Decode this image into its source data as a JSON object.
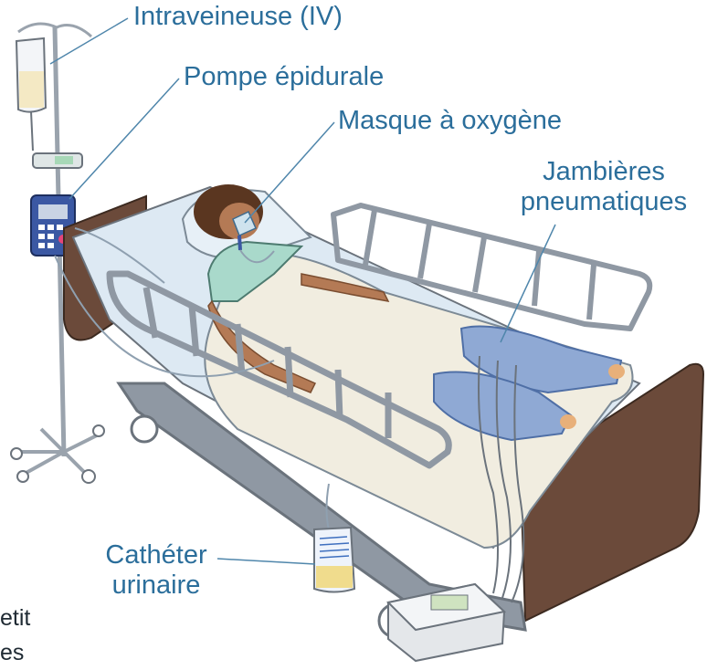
{
  "labels": {
    "iv": "Intraveineuse (IV)",
    "epidural": "Pompe épidurale",
    "oxygen": "Masque à oxygène",
    "legs_line1": "Jambières",
    "legs_line2": "pneumatiques",
    "catheter_line1": "Cathéter",
    "catheter_line2": "urinaire"
  },
  "clipped_text": {
    "line1": "etit",
    "line2": "es"
  },
  "colors": {
    "label": "#2b6e9b",
    "leader": "#4f86ab",
    "bed_frame": "#8f98a3",
    "sheet": "#f1ede0",
    "pillow": "#dde9f3",
    "pneumatic": "#8fa9d4",
    "headboard": "#6b4a3a",
    "gown": "#a9d9cb",
    "skin": "#b47a55",
    "hair": "#5a3620",
    "pump": "#3b58a3"
  }
}
